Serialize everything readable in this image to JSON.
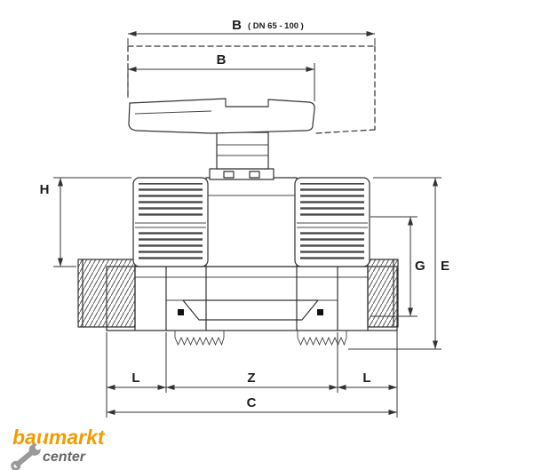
{
  "figure": {
    "title_hint": "union ball valve technical drawing",
    "dims": {
      "b_large": "B",
      "b_large_note": "( DN 65 - 100 )",
      "b": "B",
      "h": "H",
      "g": "G",
      "e": "E",
      "l_left": "L",
      "z": "Z",
      "l_right": "L",
      "c": "C"
    }
  },
  "logo": {
    "word1": "baumarkt",
    "word2": "center"
  },
  "icons": {
    "logo_icon": "wrench"
  },
  "colors": {
    "line": "#333333",
    "logo_orange": "#F39B00",
    "logo_gray": "#666666",
    "wrench_gray": "#9a9a9a",
    "seat_gray": "#b9b9b9"
  }
}
